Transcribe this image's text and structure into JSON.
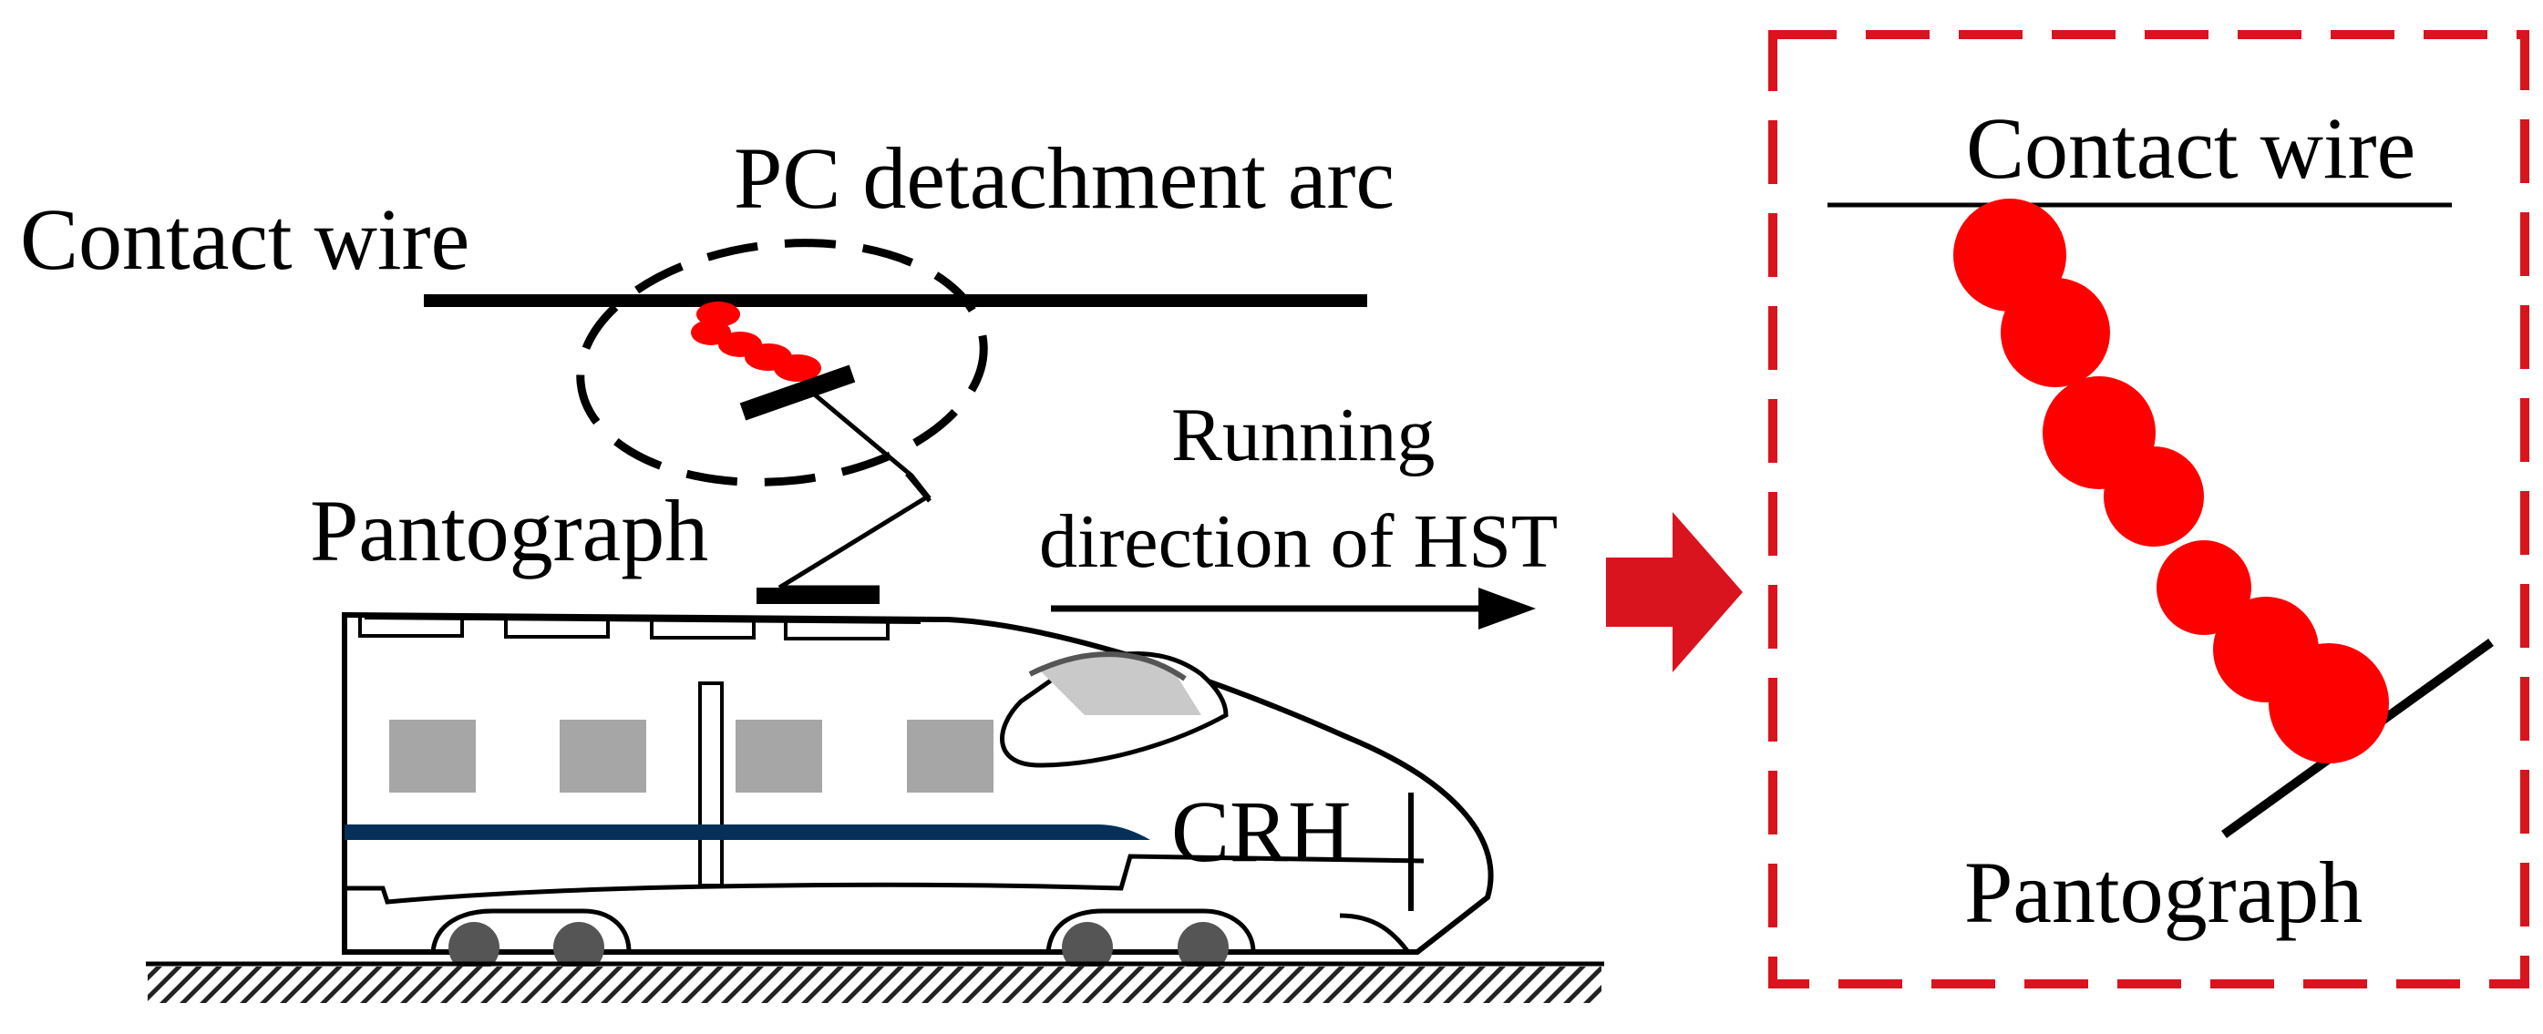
{
  "labels": {
    "contact_wire_left": "Contact wire",
    "arc": "PC detachment arc",
    "running_line1": "Running",
    "running_line2": "direction of HST",
    "pantograph_left": "Pantograph",
    "train_name": "CRH",
    "contact_wire_right": "Contact wire",
    "pantograph_right": "Pantograph"
  },
  "colors": {
    "arc_red": "#ff0000",
    "dashed_box": "#d9141f",
    "big_arrow": "#d9141f",
    "window_gray": "#a6a6a6",
    "stripe_navy": "#06305a",
    "wheel_gray": "#555555"
  }
}
